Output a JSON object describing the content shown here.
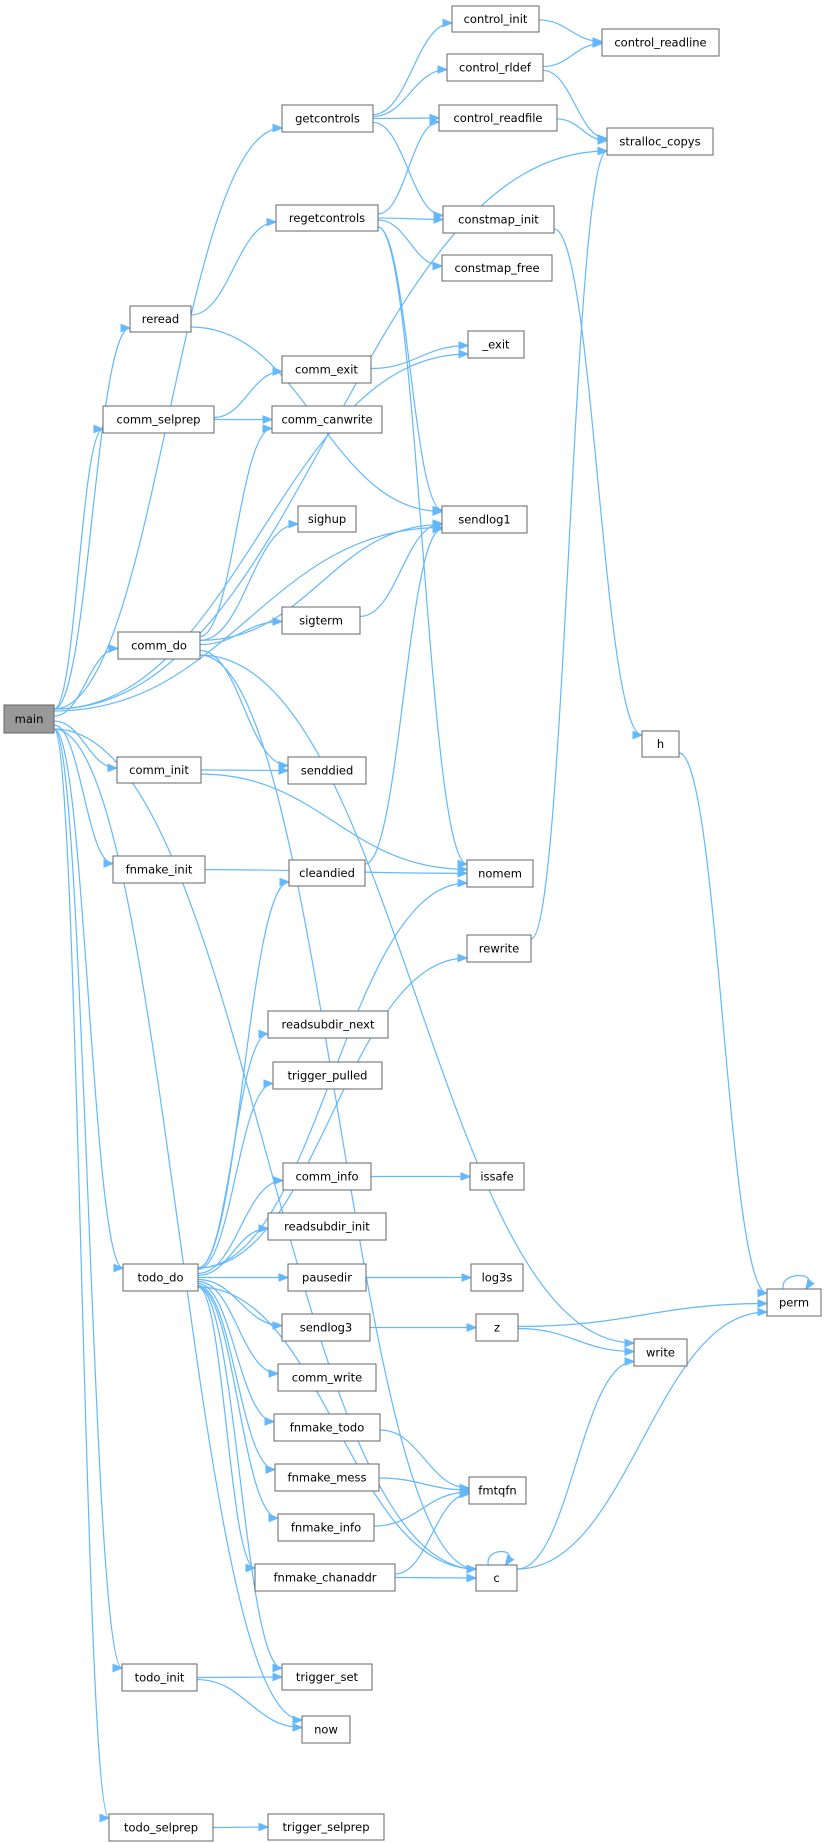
{
  "graph": {
    "title": "",
    "nodes": [
      {
        "id": "main",
        "label": "main",
        "focus": true
      },
      {
        "id": "getcontrols",
        "label": "getcontrols"
      },
      {
        "id": "control_init",
        "label": "control_init"
      },
      {
        "id": "control_readline",
        "label": "control_readline"
      },
      {
        "id": "control_rldef",
        "label": "control_rldef"
      },
      {
        "id": "control_readfile",
        "label": "control_readfile"
      },
      {
        "id": "stralloc_copys",
        "label": "stralloc_copys"
      },
      {
        "id": "regetcontrols",
        "label": "regetcontrols"
      },
      {
        "id": "constmap_init",
        "label": "constmap_init"
      },
      {
        "id": "constmap_free",
        "label": "constmap_free"
      },
      {
        "id": "reread",
        "label": "reread"
      },
      {
        "id": "_exit",
        "label": "_exit"
      },
      {
        "id": "comm_exit",
        "label": "comm_exit"
      },
      {
        "id": "comm_selprep",
        "label": "comm_selprep"
      },
      {
        "id": "comm_canwrite",
        "label": "comm_canwrite"
      },
      {
        "id": "sendlog1",
        "label": "sendlog1"
      },
      {
        "id": "sighup",
        "label": "sighup"
      },
      {
        "id": "sigterm",
        "label": "sigterm"
      },
      {
        "id": "comm_do",
        "label": "comm_do"
      },
      {
        "id": "h",
        "label": "h"
      },
      {
        "id": "comm_init",
        "label": "comm_init"
      },
      {
        "id": "senddied",
        "label": "senddied"
      },
      {
        "id": "fnmake_init",
        "label": "fnmake_init"
      },
      {
        "id": "cleandied",
        "label": "cleandied"
      },
      {
        "id": "nomem",
        "label": "nomem"
      },
      {
        "id": "rewrite",
        "label": "rewrite"
      },
      {
        "id": "readsubdir_next",
        "label": "readsubdir_next"
      },
      {
        "id": "trigger_pulled",
        "label": "trigger_pulled"
      },
      {
        "id": "comm_info",
        "label": "comm_info"
      },
      {
        "id": "issafe",
        "label": "issafe"
      },
      {
        "id": "readsubdir_init",
        "label": "readsubdir_init"
      },
      {
        "id": "todo_do",
        "label": "todo_do"
      },
      {
        "id": "pausedir",
        "label": "pausedir"
      },
      {
        "id": "log3s",
        "label": "log3s"
      },
      {
        "id": "perm",
        "label": "perm"
      },
      {
        "id": "sendlog3",
        "label": "sendlog3"
      },
      {
        "id": "z",
        "label": "z"
      },
      {
        "id": "write",
        "label": "write"
      },
      {
        "id": "comm_write",
        "label": "comm_write"
      },
      {
        "id": "fnmake_todo",
        "label": "fnmake_todo"
      },
      {
        "id": "fnmake_mess",
        "label": "fnmake_mess"
      },
      {
        "id": "fmtqfn",
        "label": "fmtqfn"
      },
      {
        "id": "fnmake_info",
        "label": "fnmake_info"
      },
      {
        "id": "fnmake_chanaddr",
        "label": "fnmake_chanaddr"
      },
      {
        "id": "c",
        "label": "c"
      },
      {
        "id": "todo_init",
        "label": "todo_init"
      },
      {
        "id": "trigger_set",
        "label": "trigger_set"
      },
      {
        "id": "now",
        "label": "now"
      },
      {
        "id": "todo_selprep",
        "label": "todo_selprep"
      },
      {
        "id": "trigger_selprep",
        "label": "trigger_selprep"
      }
    ],
    "edges": [
      [
        "main",
        "getcontrols"
      ],
      [
        "main",
        "stralloc_copys"
      ],
      [
        "main",
        "_exit"
      ],
      [
        "main",
        "reread"
      ],
      [
        "main",
        "comm_selprep"
      ],
      [
        "main",
        "sendlog1"
      ],
      [
        "main",
        "comm_do"
      ],
      [
        "main",
        "comm_init"
      ],
      [
        "main",
        "fnmake_init"
      ],
      [
        "main",
        "todo_do"
      ],
      [
        "main",
        "todo_init"
      ],
      [
        "main",
        "now"
      ],
      [
        "main",
        "c"
      ],
      [
        "main",
        "todo_selprep"
      ],
      [
        "getcontrols",
        "control_init"
      ],
      [
        "getcontrols",
        "control_rldef"
      ],
      [
        "getcontrols",
        "control_readfile"
      ],
      [
        "getcontrols",
        "constmap_init"
      ],
      [
        "control_init",
        "control_readline"
      ],
      [
        "control_rldef",
        "control_readline"
      ],
      [
        "control_rldef",
        "stralloc_copys"
      ],
      [
        "control_readfile",
        "stralloc_copys"
      ],
      [
        "regetcontrols",
        "control_readfile"
      ],
      [
        "regetcontrols",
        "constmap_init"
      ],
      [
        "regetcontrols",
        "constmap_free"
      ],
      [
        "regetcontrols",
        "sendlog1"
      ],
      [
        "regetcontrols",
        "nomem"
      ],
      [
        "constmap_init",
        "h"
      ],
      [
        "reread",
        "regetcontrols"
      ],
      [
        "reread",
        "sendlog1"
      ],
      [
        "comm_exit",
        "_exit"
      ],
      [
        "comm_selprep",
        "comm_exit"
      ],
      [
        "comm_selprep",
        "comm_canwrite"
      ],
      [
        "comm_do",
        "comm_canwrite"
      ],
      [
        "comm_do",
        "sighup"
      ],
      [
        "comm_do",
        "sendlog1"
      ],
      [
        "comm_do",
        "sigterm"
      ],
      [
        "comm_do",
        "senddied"
      ],
      [
        "comm_do",
        "c"
      ],
      [
        "comm_do",
        "write"
      ],
      [
        "sigterm",
        "sendlog1"
      ],
      [
        "h",
        "perm"
      ],
      [
        "comm_init",
        "senddied"
      ],
      [
        "comm_init",
        "nomem"
      ],
      [
        "fnmake_init",
        "nomem"
      ],
      [
        "cleandied",
        "sendlog1"
      ],
      [
        "rewrite",
        "stralloc_copys"
      ],
      [
        "comm_info",
        "issafe"
      ],
      [
        "todo_do",
        "cleandied"
      ],
      [
        "todo_do",
        "rewrite"
      ],
      [
        "todo_do",
        "readsubdir_next"
      ],
      [
        "todo_do",
        "trigger_pulled"
      ],
      [
        "todo_do",
        "nomem"
      ],
      [
        "todo_do",
        "comm_info"
      ],
      [
        "todo_do",
        "readsubdir_init"
      ],
      [
        "todo_do",
        "pausedir"
      ],
      [
        "todo_do",
        "sendlog3"
      ],
      [
        "todo_do",
        "comm_write"
      ],
      [
        "todo_do",
        "fnmake_todo"
      ],
      [
        "todo_do",
        "fnmake_mess"
      ],
      [
        "todo_do",
        "fnmake_info"
      ],
      [
        "todo_do",
        "fnmake_chanaddr"
      ],
      [
        "todo_do",
        "c"
      ],
      [
        "todo_do",
        "trigger_set"
      ],
      [
        "pausedir",
        "log3s"
      ],
      [
        "perm",
        "perm"
      ],
      [
        "sendlog3",
        "z"
      ],
      [
        "z",
        "perm"
      ],
      [
        "z",
        "write"
      ],
      [
        "fnmake_todo",
        "fmtqfn"
      ],
      [
        "fnmake_mess",
        "fmtqfn"
      ],
      [
        "fnmake_info",
        "fmtqfn"
      ],
      [
        "fnmake_chanaddr",
        "fmtqfn"
      ],
      [
        "fnmake_chanaddr",
        "c"
      ],
      [
        "c",
        "c"
      ],
      [
        "c",
        "write"
      ],
      [
        "c",
        "perm"
      ],
      [
        "todo_init",
        "trigger_set"
      ],
      [
        "todo_init",
        "now"
      ],
      [
        "todo_selprep",
        "trigger_selprep"
      ]
    ]
  }
}
